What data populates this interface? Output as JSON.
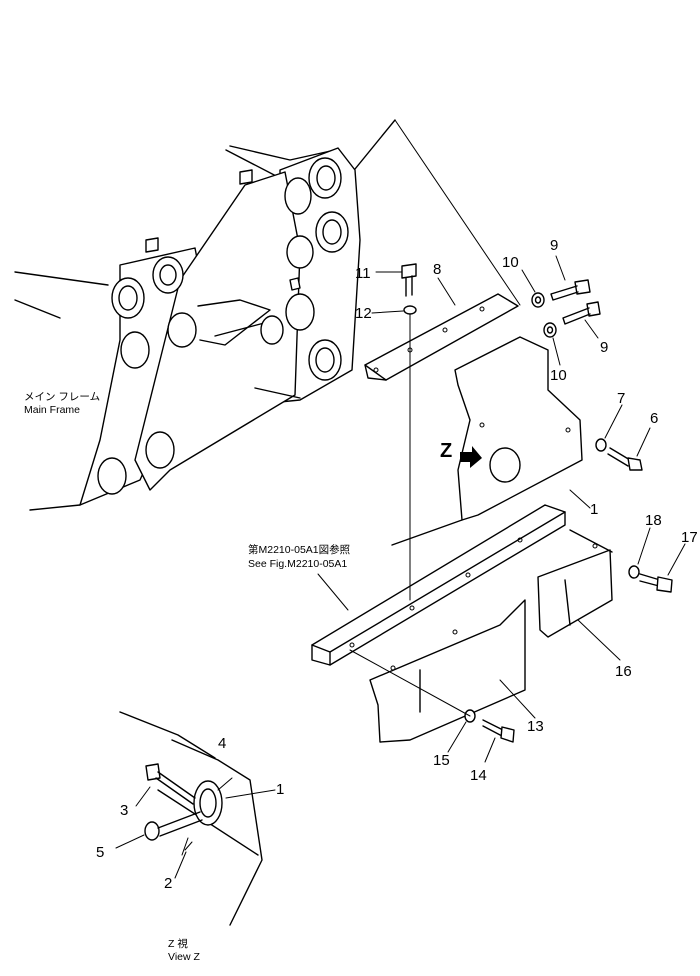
{
  "labels": {
    "main_frame_jp": "メイン フレーム",
    "main_frame_en": "Main Frame",
    "see_fig_jp": "第M2210-05A1図参照",
    "see_fig_en": "See Fig.M2210-05A1",
    "view_marker": "Z",
    "view_jp": "Z 視",
    "view_en": "View Z"
  },
  "callouts": {
    "p1": "1",
    "p1b": "1",
    "p2": "2",
    "p3": "3",
    "p4": "4",
    "p5": "5",
    "p6": "6",
    "p7": "7",
    "p8": "8",
    "p9a": "9",
    "p9b": "9",
    "p10a": "10",
    "p10b": "10",
    "p11": "11",
    "p12": "12",
    "p13": "13",
    "p14": "14",
    "p15": "15",
    "p16": "16",
    "p17": "17",
    "p18": "18"
  }
}
